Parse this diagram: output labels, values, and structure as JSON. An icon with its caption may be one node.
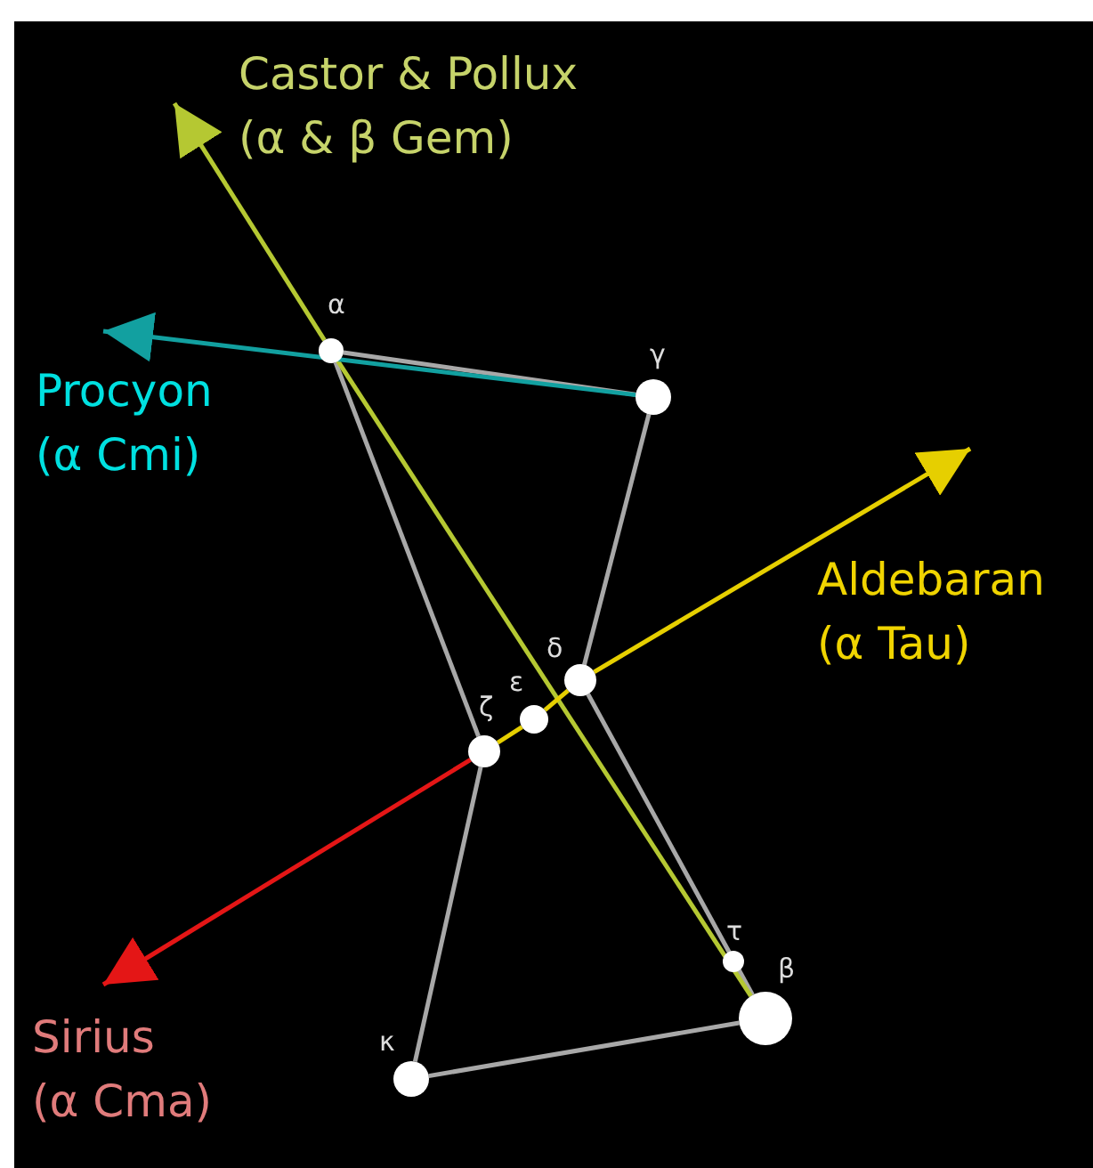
{
  "diagram": {
    "nodes": [
      {
        "text": [
          "Castor & Pollux",
          "(α & β Gem)"
        ]
      },
      {
        "text": [],
        "shape": "circle",
        "beside": [
          "α"
        ]
      },
      {
        "text": [
          "Procyon",
          "(α Cmi)"
        ]
      },
      {
        "text": [],
        "shape": "circle",
        "beside": [
          "γ"
        ]
      },
      {
        "text": [
          "Aldebaran",
          "(α Tau)"
        ]
      },
      {
        "text": [],
        "shape": "circle",
        "beside": [
          "δ"
        ]
      },
      {
        "text": [],
        "shape": "circle",
        "beside": [
          "ε"
        ]
      },
      {
        "text": [],
        "shape": "circle",
        "beside": [
          "ζ"
        ]
      },
      {
        "text": [],
        "shape": "circle",
        "beside": [
          "τ"
        ]
      },
      {
        "text": [],
        "shape": "circle",
        "beside": [
          "β"
        ]
      },
      {
        "text": [
          "Sirius",
          "(α Cma)"
        ]
      },
      {
        "text": [],
        "shape": "circle",
        "beside": [
          "κ"
        ]
      }
    ],
    "edges": [
      {
        "from": 1,
        "to": 3,
        "arrow": "none"
      },
      {
        "from": 1,
        "to": 7,
        "arrow": "none"
      },
      {
        "from": 3,
        "to": 5,
        "arrow": "none"
      },
      {
        "from": 5,
        "to": 9,
        "arrow": "none"
      },
      {
        "from": 9,
        "to": 11,
        "arrow": "none"
      },
      {
        "from": 11,
        "to": 7,
        "arrow": "none"
      },
      {
        "from": 9,
        "to": 1,
        "arrow": "none",
        "color": "#b5c832"
      },
      {
        "from": 1,
        "to": 0,
        "arrow": "to",
        "color": "#b5c832"
      },
      {
        "from": 3,
        "to": 2,
        "arrow": "to",
        "color": "#12a0a0"
      },
      {
        "from": 7,
        "to": 6,
        "arrow": "none",
        "color": "#e6cf00"
      },
      {
        "from": 6,
        "to": 5,
        "arrow": "none",
        "color": "#e6cf00"
      },
      {
        "from": 5,
        "to": 4,
        "arrow": "to",
        "color": "#e6cf00"
      },
      {
        "from": 7,
        "to": 10,
        "arrow": "to",
        "color": "#e41616"
      }
    ]
  }
}
